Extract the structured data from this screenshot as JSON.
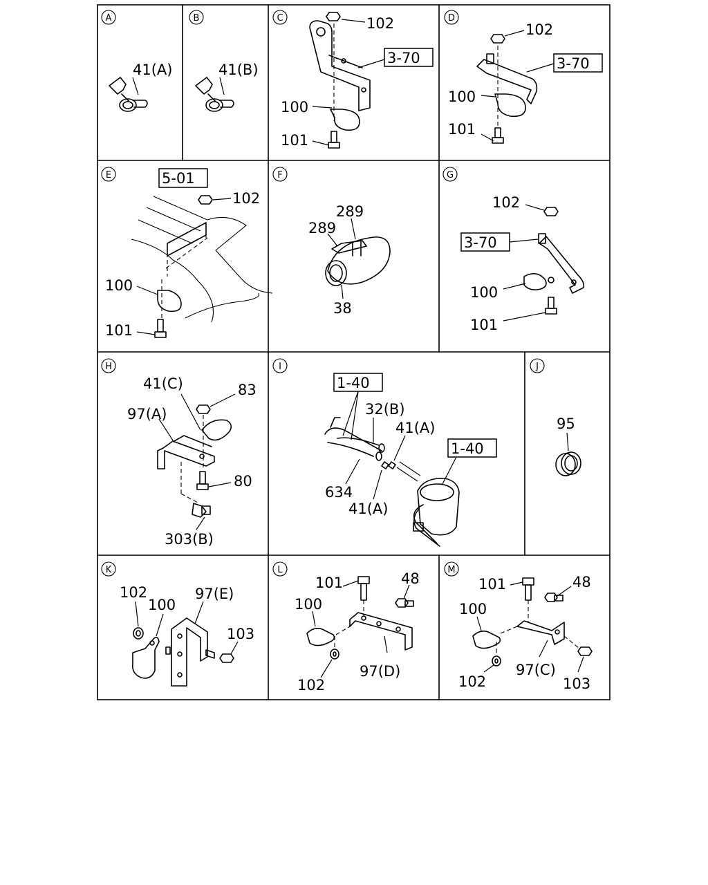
{
  "panels": {
    "A": {
      "letter": "A",
      "labels": [
        "41(A)"
      ]
    },
    "B": {
      "letter": "B",
      "labels": [
        "41(B)"
      ]
    },
    "C": {
      "letter": "C",
      "labels": [
        "102",
        "100",
        "101"
      ],
      "ref": "3-70"
    },
    "D": {
      "letter": "D",
      "labels": [
        "102",
        "100",
        "101"
      ],
      "ref": "3-70"
    },
    "E": {
      "letter": "E",
      "labels": [
        "102",
        "100",
        "101"
      ],
      "ref": "5-01"
    },
    "F": {
      "letter": "F",
      "labels": [
        "289",
        "289",
        "38"
      ]
    },
    "G": {
      "letter": "G",
      "labels": [
        "102",
        "100",
        "101"
      ],
      "ref": "3-70"
    },
    "H": {
      "letter": "H",
      "labels": [
        "41(C)",
        "83",
        "97(A)",
        "80",
        "303(B)"
      ]
    },
    "I": {
      "letter": "I",
      "labels": [
        "32(B)",
        "41(A)",
        "634",
        "41(A)"
      ],
      "refs": [
        "1-40",
        "1-40"
      ]
    },
    "J": {
      "letter": "J",
      "labels": [
        "95"
      ]
    },
    "K": {
      "letter": "K",
      "labels": [
        "102",
        "100",
        "97(E)",
        "103"
      ]
    },
    "L": {
      "letter": "L",
      "labels": [
        "101",
        "48",
        "100",
        "97(D)",
        "102"
      ]
    },
    "M": {
      "letter": "M",
      "labels": [
        "101",
        "48",
        "100",
        "102",
        "97(C)",
        "103"
      ]
    }
  }
}
